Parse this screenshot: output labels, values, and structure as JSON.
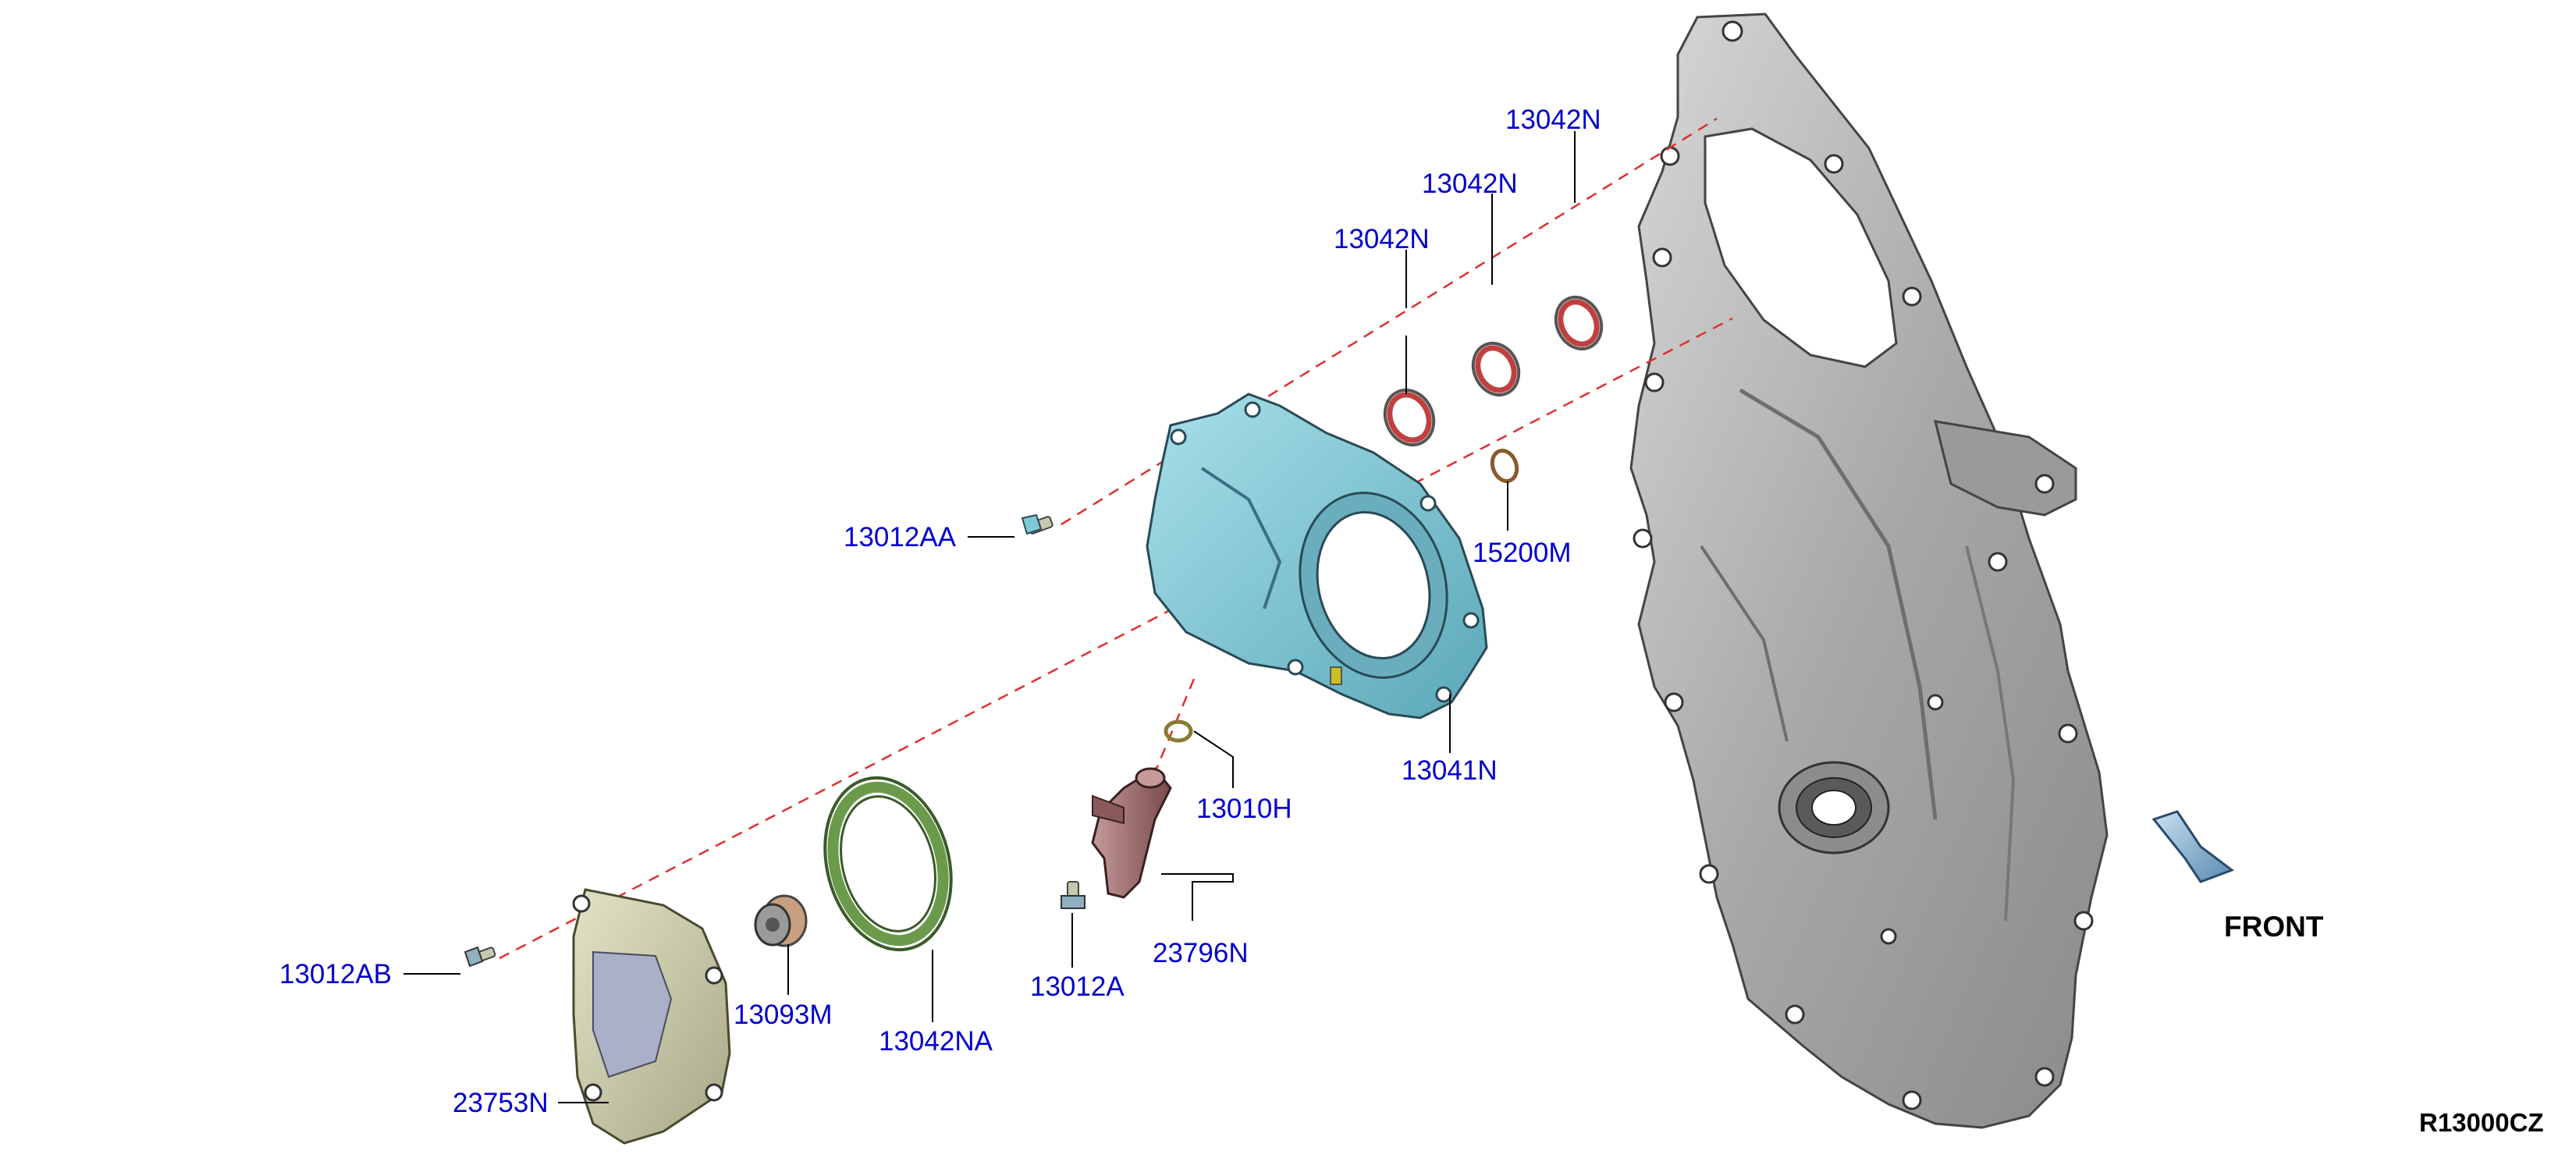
{
  "colors": {
    "callout_text": "#0000cc",
    "leader_line": "#000000",
    "dashed_line": "#e03030",
    "cover_fill": "#b5b5b5",
    "housing_fill": "#7fc9d6",
    "seal_red": "#c04040",
    "seal_green": "#6a9a4a",
    "solenoid_fill": "#9b6a6a",
    "plate_fill": "#c9c9a8",
    "arrow_fill": "#8fb8d8"
  },
  "callouts": {
    "c13042N_a": "13042N",
    "c13042N_b": "13042N",
    "c13042N_c": "13042N",
    "c13012AA": "13012AA",
    "c15200M": "15200M",
    "c13041N": "13041N",
    "c13010H": "13010H",
    "c23796N": "23796N",
    "c13012A": "13012A",
    "c13012AB": "13012AB",
    "c13093M": "13093M",
    "c13042NA": "13042NA",
    "c23753N": "23753N"
  },
  "front_label": "FRONT",
  "diagram_code": "R13000CZ",
  "icons": {
    "front_arrow": "front-direction-arrow-icon"
  }
}
